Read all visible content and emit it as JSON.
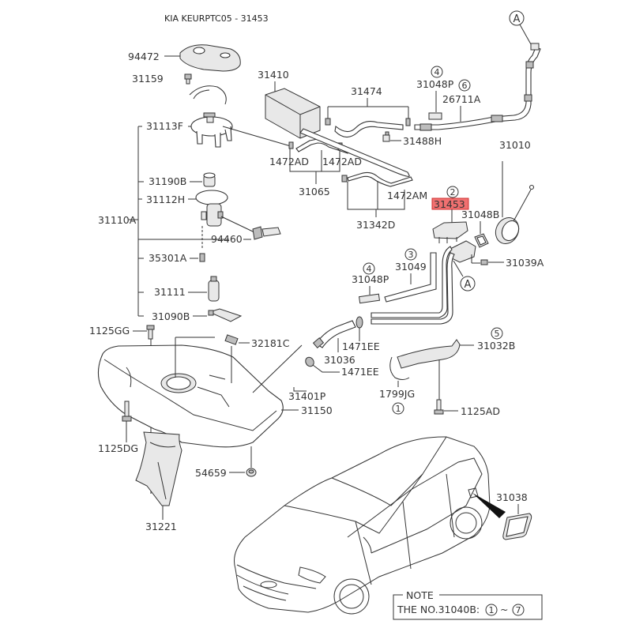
{
  "title": "KIA KEURPTC05 - 31453",
  "highlight_color": "#f07070",
  "highlighted_part": "31453",
  "parts": {
    "p94472": "94472",
    "p31159": "31159",
    "p31410": "31410",
    "p31474": "31474",
    "p31048P_top": "31048P",
    "p26711A": "26711A",
    "p31488H": "31488H",
    "p31010": "31010",
    "p31113F": "31113F",
    "p1472AD_1": "1472AD",
    "p1472AD_2": "1472AD",
    "p31065": "31065",
    "p1472AM": "1472AM",
    "p31342D": "31342D",
    "p31453": "31453",
    "p31048B": "31048B",
    "p31039A": "31039A",
    "p31190B": "31190B",
    "p31112H": "31112H",
    "p31110A": "31110A",
    "p94460": "94460",
    "p35301A": "35301A",
    "p31111": "31111",
    "p31090B": "31090B",
    "p31048P_mid": "31048P",
    "p31049": "31049",
    "p1125GG": "1125GG",
    "p32181C": "32181C",
    "p1471EE_1": "1471EE",
    "p31036": "31036",
    "p1471EE_2": "1471EE",
    "p31032B": "31032B",
    "p31401P": "31401P",
    "p31150": "31150",
    "p1799JG": "1799JG",
    "p1125AD": "1125AD",
    "p1125DG": "1125DG",
    "p54659": "54659",
    "p31221": "31221",
    "p31038": "31038"
  },
  "callouts": {
    "A_top": "A",
    "A_mid": "A",
    "n4_top": "4",
    "n6": "6",
    "n2": "2",
    "n4_mid": "4",
    "n3": "3",
    "n5": "5",
    "n1": "1"
  },
  "note": {
    "header": "NOTE",
    "text": "THE NO.31040B:",
    "range_start": "1",
    "range_sep": "~",
    "range_end": "7"
  }
}
